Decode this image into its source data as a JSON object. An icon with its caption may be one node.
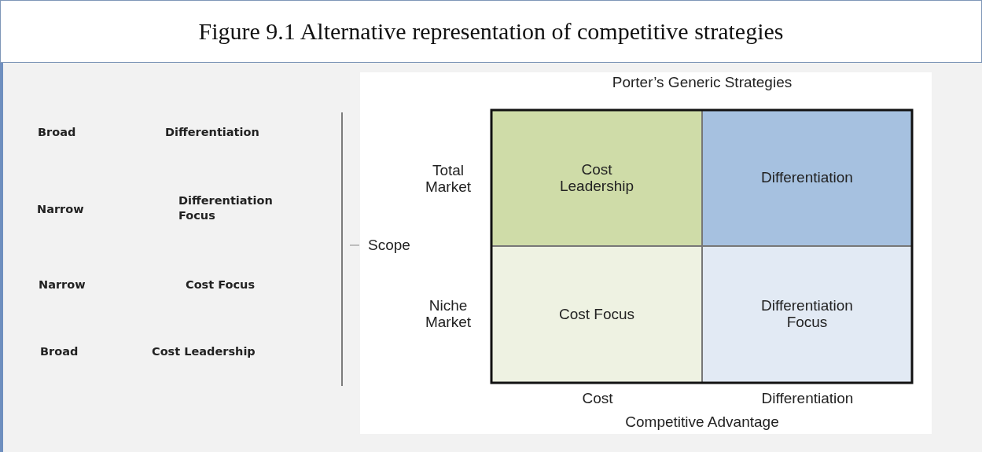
{
  "diagram": {
    "title": "Figure 9.1 Alternative representation of competitive strategies",
    "nodes": [
      {
        "text": [
          "Cost Leadership"
        ]
      },
      {
        "text": [
          "Differentiation"
        ]
      },
      {
        "text": [
          "Cost Focus"
        ]
      },
      {
        "text": [
          "Differentiation Focus"
        ]
      }
    ],
    "labels": [
      "Broad",
      "Differentiation",
      "Narrow",
      "Differentiation Focus",
      "Narrow",
      "Cost Focus",
      "Broad",
      "Cost Leadership",
      "Scope",
      "Porter’s Generic Strategies",
      "Total Market",
      "Niche Market",
      "Cost",
      "Differentiation",
      "Competitive Advantage"
    ]
  }
}
